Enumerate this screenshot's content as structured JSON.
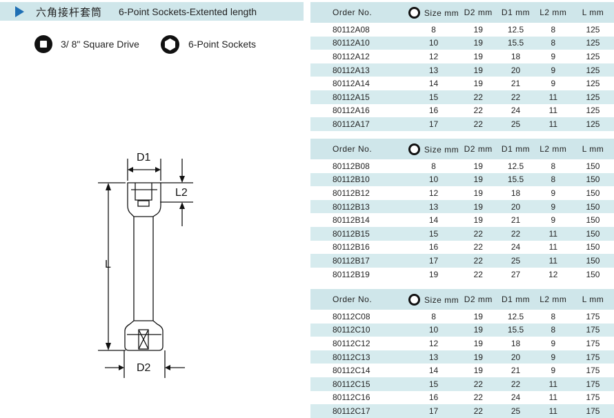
{
  "header": {
    "title_cn": "六角接杆套筒",
    "title_en": "6-Point Sockets-Extented length"
  },
  "legend": {
    "drive": "3/ 8\"  Square Drive",
    "socket": "6-Point Sockets"
  },
  "drawing": {
    "d1": "D1",
    "l2": "L2",
    "l": "L",
    "d2": "D2"
  },
  "columns": [
    "Order No.",
    "Size mm",
    "D2 mm",
    "D1 mm",
    "L2 mm",
    "L mm"
  ],
  "tables": [
    {
      "rows": [
        [
          "80112A08",
          "8",
          "19",
          "12.5",
          "8",
          "125"
        ],
        [
          "80112A10",
          "10",
          "19",
          "15.5",
          "8",
          "125"
        ],
        [
          "80112A12",
          "12",
          "19",
          "18",
          "9",
          "125"
        ],
        [
          "80112A13",
          "13",
          "19",
          "20",
          "9",
          "125"
        ],
        [
          "80112A14",
          "14",
          "19",
          "21",
          "9",
          "125"
        ],
        [
          "80112A15",
          "15",
          "22",
          "22",
          "11",
          "125"
        ],
        [
          "80112A16",
          "16",
          "22",
          "24",
          "11",
          "125"
        ],
        [
          "80112A17",
          "17",
          "22",
          "25",
          "11",
          "125"
        ]
      ]
    },
    {
      "rows": [
        [
          "80112B08",
          "8",
          "19",
          "12.5",
          "8",
          "150"
        ],
        [
          "80112B10",
          "10",
          "19",
          "15.5",
          "8",
          "150"
        ],
        [
          "80112B12",
          "12",
          "19",
          "18",
          "9",
          "150"
        ],
        [
          "80112B13",
          "13",
          "19",
          "20",
          "9",
          "150"
        ],
        [
          "80112B14",
          "14",
          "19",
          "21",
          "9",
          "150"
        ],
        [
          "80112B15",
          "15",
          "22",
          "22",
          "11",
          "150"
        ],
        [
          "80112B16",
          "16",
          "22",
          "24",
          "11",
          "150"
        ],
        [
          "80112B17",
          "17",
          "22",
          "25",
          "11",
          "150"
        ],
        [
          "80112B19",
          "19",
          "22",
          "27",
          "12",
          "150"
        ]
      ]
    },
    {
      "rows": [
        [
          "80112C08",
          "8",
          "19",
          "12.5",
          "8",
          "175"
        ],
        [
          "80112C10",
          "10",
          "19",
          "15.5",
          "8",
          "175"
        ],
        [
          "80112C12",
          "12",
          "19",
          "18",
          "9",
          "175"
        ],
        [
          "80112C13",
          "13",
          "19",
          "20",
          "9",
          "175"
        ],
        [
          "80112C14",
          "14",
          "19",
          "21",
          "9",
          "175"
        ],
        [
          "80112C15",
          "15",
          "22",
          "22",
          "11",
          "175"
        ],
        [
          "80112C16",
          "16",
          "22",
          "24",
          "11",
          "175"
        ],
        [
          "80112C17",
          "17",
          "22",
          "25",
          "11",
          "175"
        ]
      ]
    }
  ]
}
